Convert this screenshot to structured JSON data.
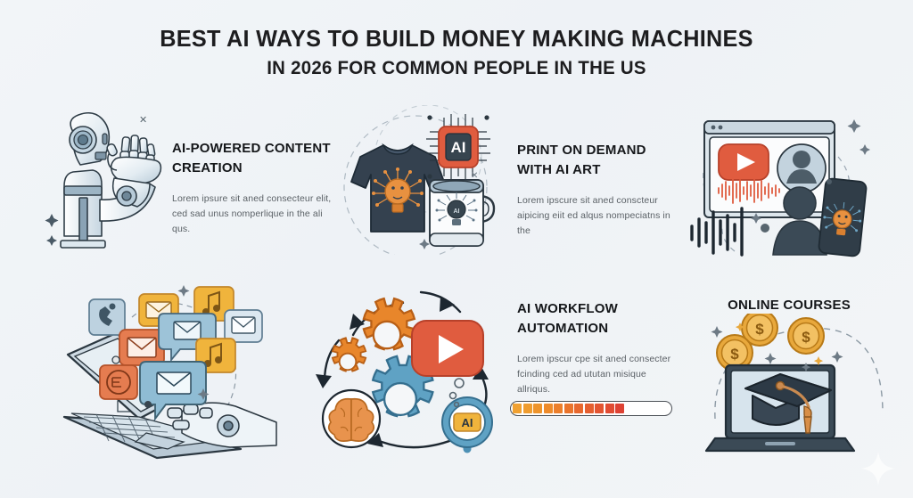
{
  "meta": {
    "background_color": "#f0f3f6",
    "accent_orange": "#e8862b",
    "accent_red": "#e0563a",
    "accent_blue": "#6aa4c0",
    "accent_navy": "#3c4a55",
    "accent_yellow": "#f0b43c",
    "text_dark": "#15171a",
    "text_body": "#5b6166"
  },
  "title": {
    "line1": "BEST AI WAYS TO BUILD MONEY MAKING MACHINES",
    "line2": "IN 2026 FOR COMMON PEOPLE IN THE US"
  },
  "sections": [
    {
      "id": "ai-powered-content-creation",
      "heading": "AI-POWERED CONTENT CREATION",
      "body": "Lorem ipsure sit aned consecteur elit, ced sad unus nomperlique in the ali qus.",
      "icon_name": "robot-hand-illustration"
    },
    {
      "id": "print-on-demand-with-ai-art",
      "heading": "PRINT ON DEMAND WITH AI ART",
      "body": "Lorem ipscure sit aned conscteur aipicing eiit ed alqus nompeciatns in the",
      "icon_name": "tshirt-mug-ai-chip-illustration"
    },
    {
      "id": "ai-workflow-automation",
      "heading": "AI WORKFLOW AUTOMATION",
      "body": "Lorem ipscur cpe sit aned consecter fcinding ced ad ututan misique allriqus.",
      "icon_name": "gears-play-brain-illustration"
    },
    {
      "id": "online-courses",
      "heading": "ONLINE COURSES",
      "body": "",
      "icon_name": "laptop-graduation-cap-illustration"
    }
  ],
  "progress": {
    "label": "automation-progress",
    "filled_segments": 11,
    "total_segments": 16,
    "percent": 69,
    "segment_colors": [
      "#f0a132",
      "#ef9c2f",
      "#ee942c",
      "#ee8b2b",
      "#ec7f2c",
      "#ea742c",
      "#e8682e",
      "#e55f30",
      "#e35532",
      "#e14c33",
      "#de4234"
    ]
  },
  "illustrations": {
    "robot_hand": {
      "name": "robot-hand-illustration",
      "caption_elements": [
        "robot-head",
        "robot-arm",
        "mechanical-hand",
        "sparkle-dots"
      ]
    },
    "print_on_demand": {
      "name": "tshirt-mug-ai-chip-illustration",
      "chip_label": "AI",
      "caption_elements": [
        "navy-tshirt",
        "orange-ai-graphic",
        "ai-chip",
        "white-mug",
        "dashed-circle"
      ]
    },
    "video_content": {
      "name": "browser-video-avatar-illustration",
      "caption_elements": [
        "browser-window",
        "play-button",
        "audio-waveform",
        "avatar",
        "person-silhouette",
        "smartphone"
      ]
    },
    "laptop_messages": {
      "name": "laptop-robot-hand-messages-illustration",
      "caption_elements": [
        "laptop",
        "robot-hand",
        "email-icon",
        "music-icon",
        "phone-icon",
        "chat-bubble"
      ]
    },
    "workflow_gears": {
      "name": "gears-play-brain-illustration",
      "chip_label": "AI",
      "caption_elements": [
        "orange-gear-large",
        "orange-gear-small",
        "blue-gear",
        "play-button",
        "brain-icon",
        "ai-badge",
        "cycle-arrows"
      ]
    },
    "online_courses": {
      "name": "laptop-graduation-cap-coins-illustration",
      "coin_symbol": "$",
      "coin_count": 3,
      "caption_elements": [
        "laptop",
        "graduation-cap",
        "dollar-coins",
        "dashed-arc"
      ]
    }
  }
}
